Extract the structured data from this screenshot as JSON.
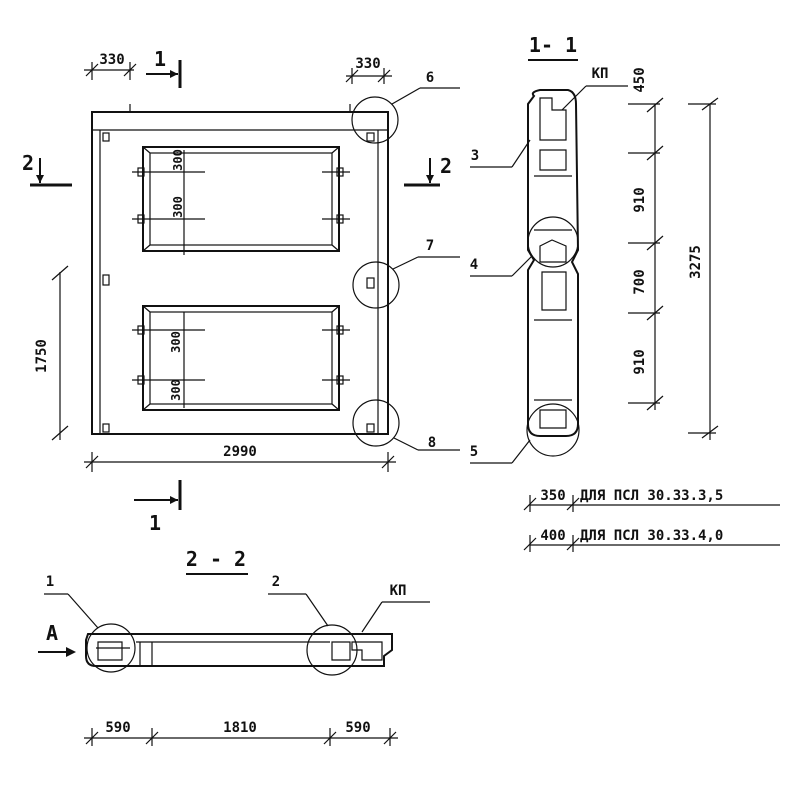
{
  "plan": {
    "dim_left_offset": "330",
    "dim_right_offset": "330",
    "dim_height": "1750",
    "dim_width": "2990",
    "dim_upper_window_top": "300",
    "dim_upper_window_bottom": "300",
    "dim_lower_window_top": "300",
    "dim_lower_window_bottom": "300",
    "cut_1_top": "1",
    "cut_1_bottom": "1",
    "cut_2_left": "2",
    "cut_2_right": "2",
    "callout_6": "6",
    "callout_7": "7",
    "callout_8": "8"
  },
  "section_1": {
    "title": "1- 1",
    "kp_label": "КП",
    "callout_3": "3",
    "callout_4": "4",
    "callout_5": "5",
    "dim_450": "450",
    "dim_910_top": "910",
    "dim_700": "700",
    "dim_910_bottom": "910",
    "dim_total": "3275"
  },
  "notes": [
    {
      "value": "350",
      "text": "ДЛЯ ПСЛ  30.33.3,5"
    },
    {
      "value": "400",
      "text": "ДЛЯ ПСЛ  30.33.4,0"
    }
  ],
  "section_2": {
    "title": "2 - 2",
    "kp_label": "КП",
    "arrow_label": "A",
    "callout_1": "1",
    "callout_2": "2",
    "dim_left": "590",
    "dim_middle": "1810",
    "dim_right": "590"
  }
}
